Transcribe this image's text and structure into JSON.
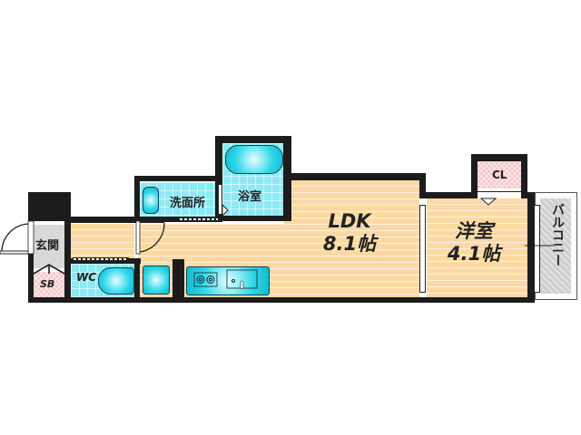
{
  "plan": {
    "rooms": [
      {
        "id": "genkan",
        "label": "玄関"
      },
      {
        "id": "sb",
        "label": "SB"
      },
      {
        "id": "wc",
        "label": "WC"
      },
      {
        "id": "senmenjo",
        "label": "洗面所"
      },
      {
        "id": "yokushitsu",
        "label": "浴室"
      },
      {
        "id": "ldk",
        "label": "LDK",
        "size": "8.1帖"
      },
      {
        "id": "yoshitsu",
        "label": "洋室",
        "size": "4.1帖"
      },
      {
        "id": "cl",
        "label": "CL"
      },
      {
        "id": "balcony",
        "label": "バルコニー"
      }
    ],
    "colors": {
      "wall": "#1c1c1c",
      "floor_wood": "#fcd9a4",
      "wet_tile": "#8fe9f4",
      "storage": "#f6c6c8",
      "balcony": "#cfcfcf",
      "fixture": "#2fd7e8"
    }
  }
}
